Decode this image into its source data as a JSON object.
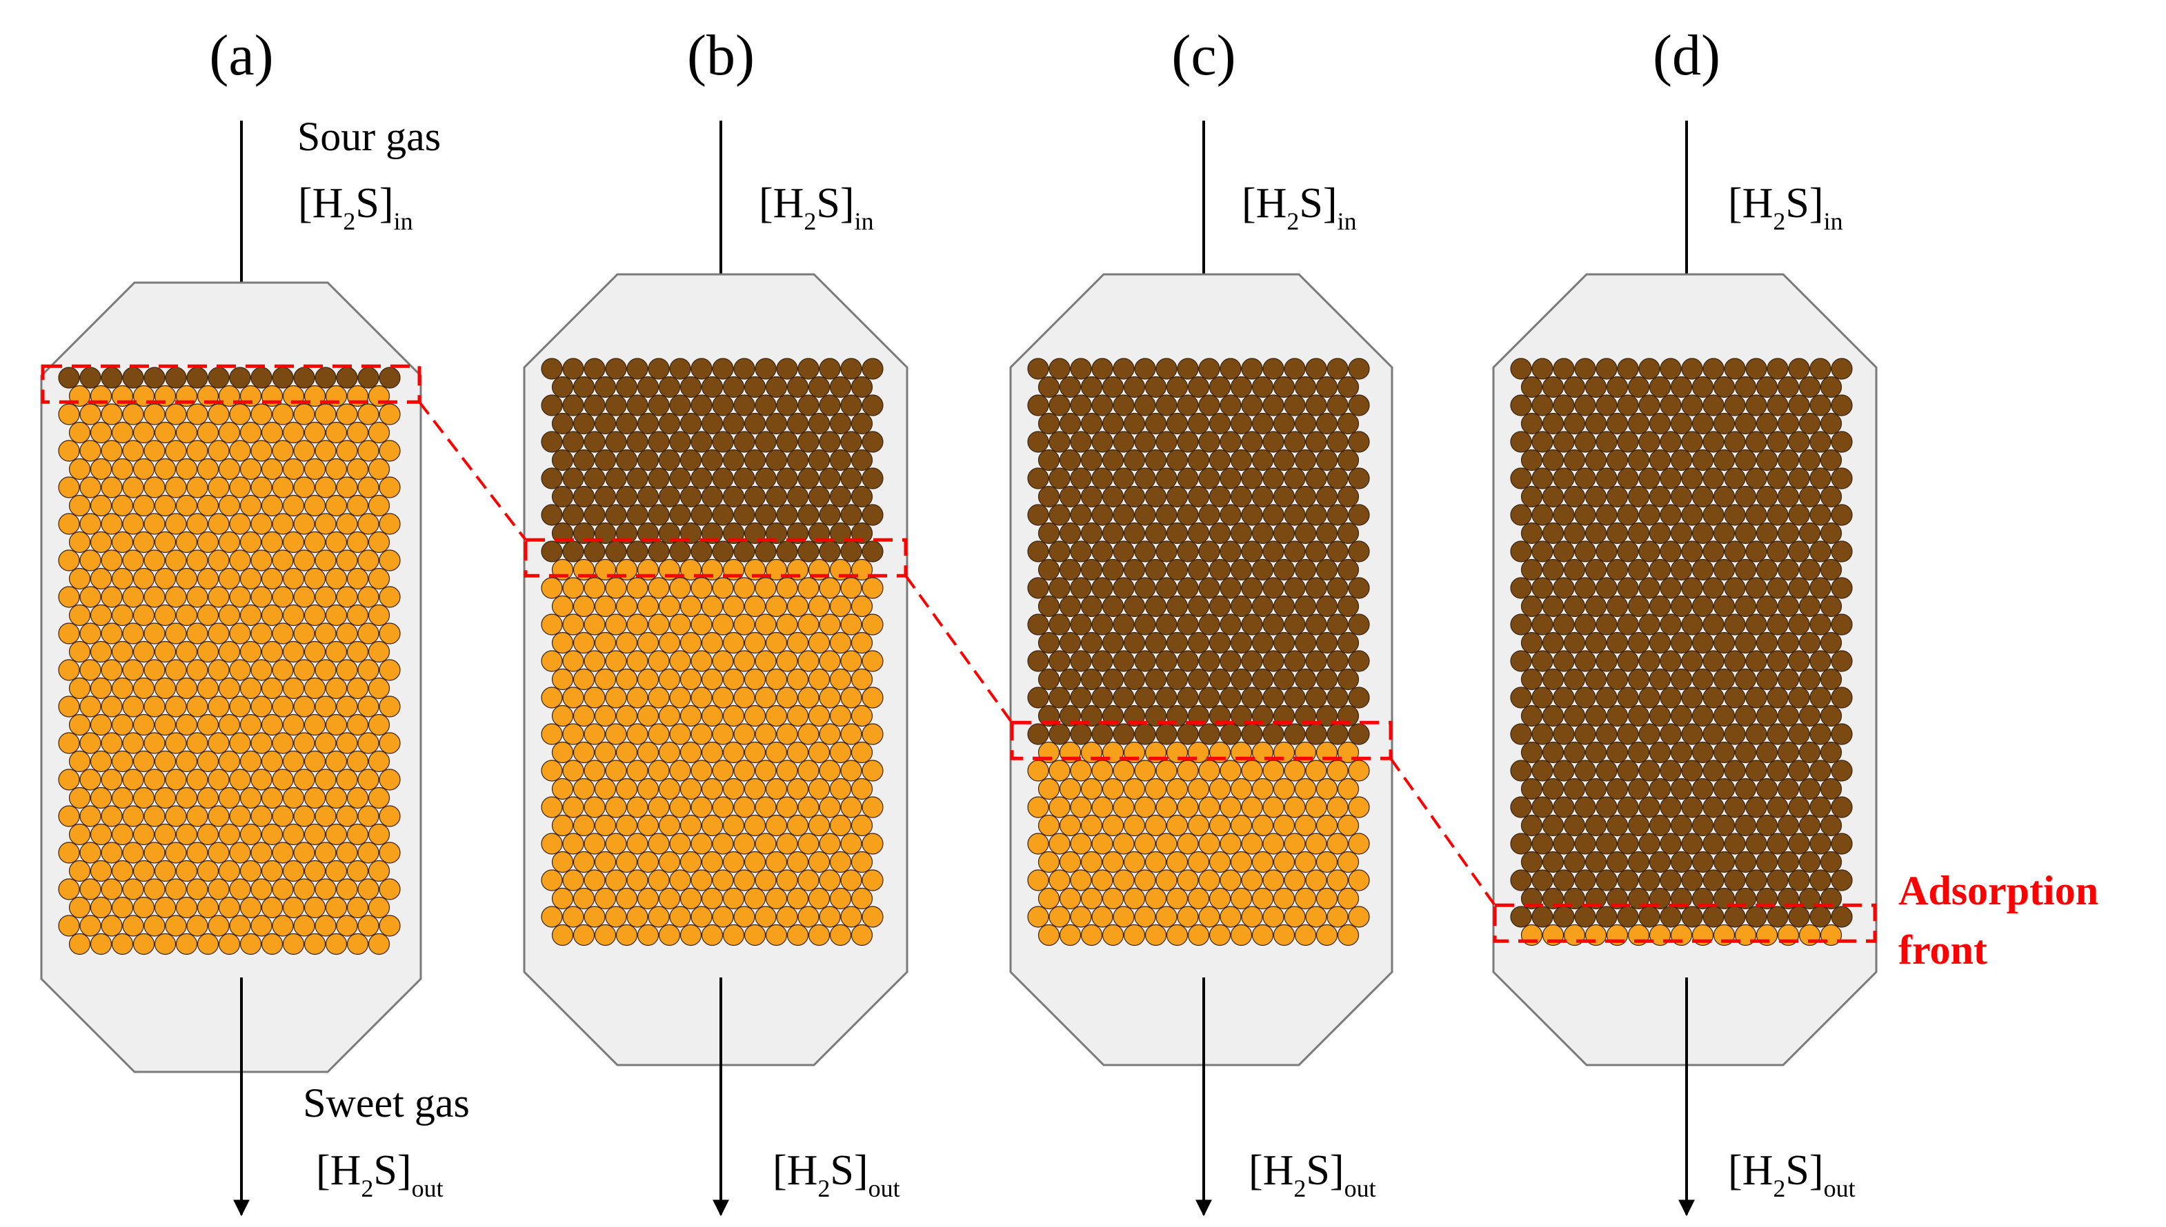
{
  "columns": [
    {
      "label": "(a)",
      "inlet_top": "Sour gas",
      "inlet_species": "[H",
      "inlet_sub": "2",
      "inlet_rest": "S]",
      "inlet_subscript": "in",
      "outlet_top": "Sweet gas",
      "outlet_species": "[H",
      "outlet_sub": "2",
      "outlet_rest": "S]",
      "outlet_subscript": "out",
      "saturated_fraction": 0.04
    },
    {
      "label": "(b)",
      "inlet_top": "",
      "inlet_species": "[H",
      "inlet_sub": "2",
      "inlet_rest": "S]",
      "inlet_subscript": "in",
      "outlet_top": "",
      "outlet_species": "[H",
      "outlet_sub": "2",
      "outlet_rest": "S]",
      "outlet_subscript": "out",
      "saturated_fraction": 0.33
    },
    {
      "label": "(c)",
      "inlet_top": "",
      "inlet_species": "[H",
      "inlet_sub": "2",
      "inlet_rest": "S]",
      "inlet_subscript": "in",
      "outlet_top": "",
      "outlet_species": "[H",
      "outlet_sub": "2",
      "outlet_rest": "S]",
      "outlet_subscript": "out",
      "saturated_fraction": 0.65
    },
    {
      "label": "(d)",
      "inlet_top": "",
      "inlet_species": "[H",
      "inlet_sub": "2",
      "inlet_rest": "S]",
      "inlet_subscript": "in",
      "outlet_top": "",
      "outlet_species": "[H",
      "outlet_sub": "2",
      "outlet_rest": "S]",
      "outlet_subscript": "out",
      "saturated_fraction": 0.96
    }
  ],
  "front_label_line1": "Adsorption",
  "front_label_line2": "front",
  "colors": {
    "vessel_fill": "#efefef",
    "vessel_stroke": "#7a7a7a",
    "fresh_bead": "#f7a01c",
    "saturated_bead": "#7b4a12",
    "bead_stroke": "#3a2410",
    "front": "#ff0000",
    "arrow": "#000000"
  }
}
